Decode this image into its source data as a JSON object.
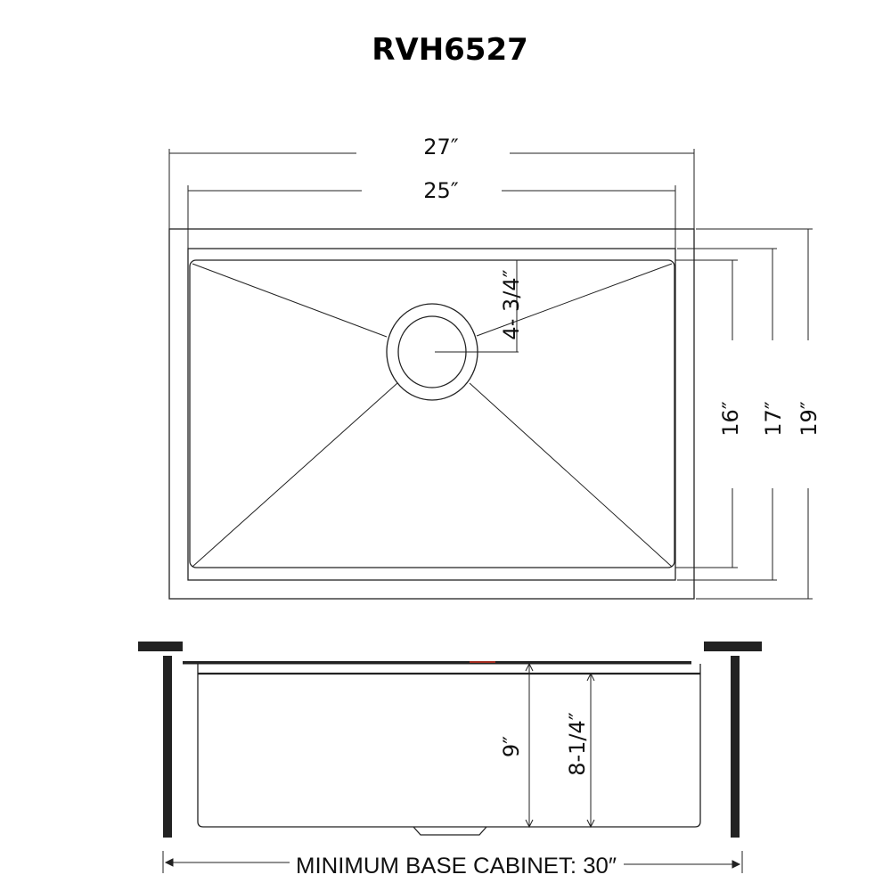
{
  "title": "RVH6527",
  "top_view": {
    "overall_width": "27″",
    "inner_width": "25″",
    "drain_offset": "4- 3/4″",
    "basin_depth_front_back": "16″",
    "inner_depth": "17″",
    "overall_depth": "19″"
  },
  "side_view": {
    "total_depth": "9″",
    "bowl_depth": "8-1/4″",
    "cabinet_label": "MINIMUM BASE CABINET: 30″"
  },
  "colors": {
    "line": "#222222",
    "accent": "#d03020"
  }
}
